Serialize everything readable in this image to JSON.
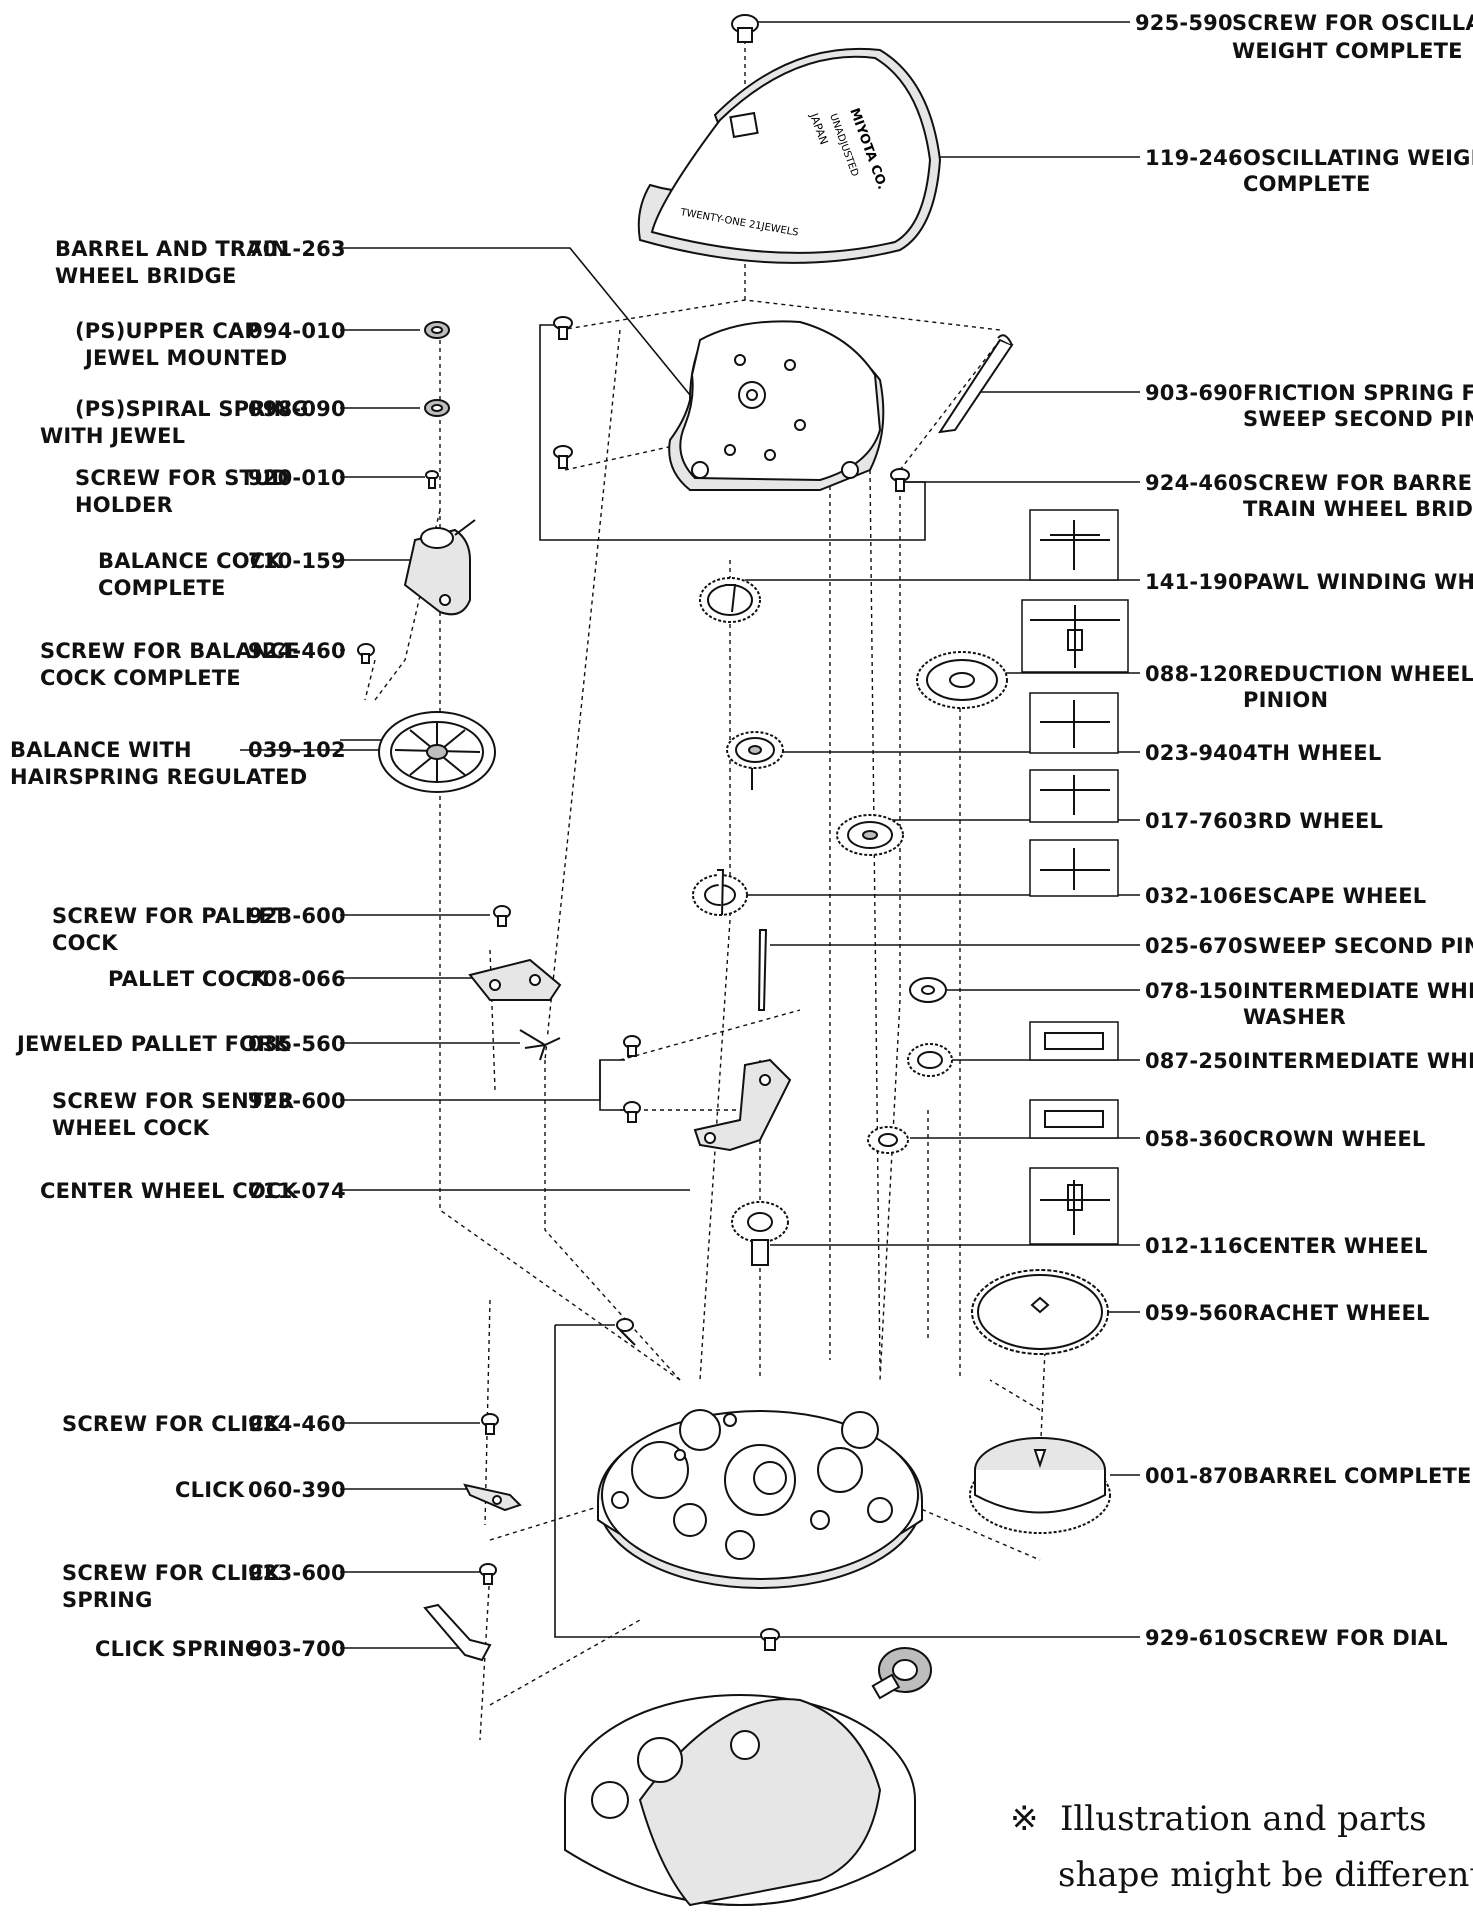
{
  "parts": [
    {
      "code": "925-590",
      "line1": "SCREW FOR OSCILLATING",
      "line2": "WEIGHT COMPLETE"
    },
    {
      "code": "119-246",
      "line1": "OSCILLATING WEIGHT",
      "line2": "COMPLETE"
    },
    {
      "code": "903-690",
      "line1": "FRICTION SPRING FOR",
      "line2": "SWEEP SECOND PINION"
    },
    {
      "code": "924-460",
      "line1": "SCREW FOR BARREL AND",
      "line2": "TRAIN WHEEL BRIDGE"
    },
    {
      "code": "141-190",
      "line1": "PAWL WINDING WHEEL",
      "line2": ""
    },
    {
      "code": "088-120",
      "line1": "REDUCTION WHEEL AND",
      "line2": "PINION"
    },
    {
      "code": "023-940",
      "line1": "4TH WHEEL",
      "line2": ""
    },
    {
      "code": "017-760",
      "line1": "3RD WHEEL",
      "line2": ""
    },
    {
      "code": "032-106",
      "line1": "ESCAPE WHEEL",
      "line2": ""
    },
    {
      "code": "025-670",
      "line1": "SWEEP SECOND PINION",
      "line2": ""
    },
    {
      "code": "078-150",
      "line1": "INTERMEDIATE WHEEL",
      "line2": "WASHER"
    },
    {
      "code": "087-250",
      "line1": "INTERMEDIATE WHEEL",
      "line2": ""
    },
    {
      "code": "058-360",
      "line1": "CROWN WHEEL",
      "line2": ""
    },
    {
      "code": "012-116",
      "line1": "CENTER WHEEL",
      "line2": ""
    },
    {
      "code": "059-560",
      "line1": "RACHET WHEEL",
      "line2": ""
    },
    {
      "code": "001-870",
      "line1": "BARREL COMPLETE",
      "line2": ""
    },
    {
      "code": "929-610",
      "line1": "SCREW FOR DIAL",
      "line2": ""
    },
    {
      "code": "701-263",
      "line1": "BARREL AND TRAIN",
      "line2": "WHEEL BRIDGE"
    },
    {
      "code": "094-010",
      "line1": "(PS)UPPER CAP",
      "line2": "JEWEL MOUNTED"
    },
    {
      "code": "098-090",
      "line1": "(PS)SPIRAL SPRING",
      "line2": "WITH JEWEL"
    },
    {
      "code": "920-010",
      "line1": "SCREW FOR STUD",
      "line2": "HOLDER"
    },
    {
      "code": "710-159",
      "line1": "BALANCE COCK",
      "line2": "COMPLETE"
    },
    {
      "code": "924-460",
      "line1": "SCREW FOR BALANCE",
      "line2": "COCK COMPLETE"
    },
    {
      "code": "039-102",
      "line1": "BALANCE WITH",
      "line2": "HAIRSPRING REGULATED"
    },
    {
      "code": "923-600",
      "line1": "SCREW FOR PALLET",
      "line2": "COCK"
    },
    {
      "code": "708-066",
      "line1": "PALLET COCK",
      "line2": ""
    },
    {
      "code": "035-560",
      "line1": "JEWELED PALLET FORK",
      "line2": ""
    },
    {
      "code": "923-600",
      "line1": "SCREW FOR SENTER",
      "line2": "WHEEL COCK"
    },
    {
      "code": "711-074",
      "line1": "CENTER WHEEL COCK",
      "line2": ""
    },
    {
      "code": "924-460",
      "line1": "SCREW FOR CLICK",
      "line2": ""
    },
    {
      "code": "060-390",
      "line1": "CLICK",
      "line2": ""
    },
    {
      "code": "923-600",
      "line1": "SCREW FOR CLICK",
      "line2": "SPRING"
    },
    {
      "code": "903-700",
      "line1": "CLICK SPRING",
      "line2": ""
    }
  ],
  "weight_engraving": {
    "brand": "MIYOTA CO.",
    "line": "UNADJUSTED",
    "country": "JAPAN",
    "jewels": "TWENTY-ONE 21JEWELS"
  },
  "note": {
    "mark": "※",
    "line1": "Illustration and parts",
    "line2": "shape might be different"
  }
}
